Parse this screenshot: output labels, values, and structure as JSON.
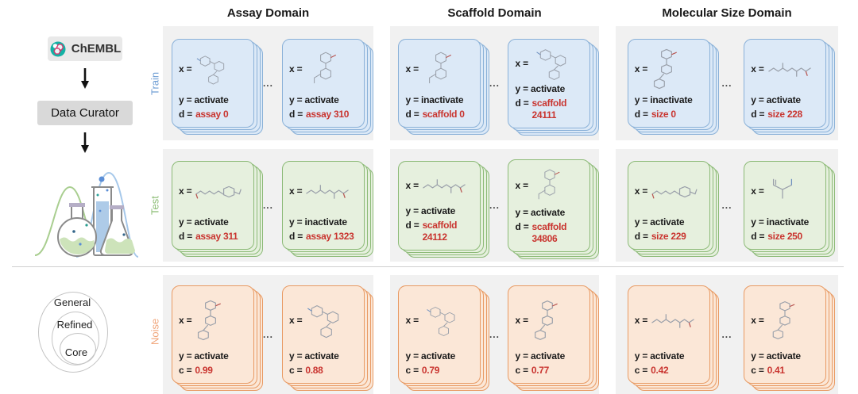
{
  "sidebar": {
    "chembl_label": "ChEMBL",
    "curator_label": "Data Curator",
    "venn_labels": {
      "outer": "General",
      "middle": "Refined",
      "inner": "Core"
    }
  },
  "rows": [
    {
      "id": "train",
      "label": "Train",
      "color": "#6f9ed4"
    },
    {
      "id": "test",
      "label": "Test",
      "color": "#8abc72"
    },
    {
      "id": "noise",
      "label": "Noise",
      "color": "#f0a478"
    }
  ],
  "ellipsis": "...",
  "columns": [
    {
      "header": "Assay Domain",
      "cells": {
        "train": {
          "cards": [
            {
              "x_label": "x =",
              "y_text": "y = activate",
              "key_label": "d =",
              "value": "assay 0"
            },
            {
              "x_label": "x =",
              "y_text": "y = activate",
              "key_label": "d =",
              "value": "assay 310"
            }
          ]
        },
        "test": {
          "cards": [
            {
              "x_label": "x =",
              "y_text": "y = activate",
              "key_label": "d =",
              "value": "assay 311"
            },
            {
              "x_label": "x =",
              "y_text": "y = inactivate",
              "key_label": "d =",
              "value": "assay 1323"
            }
          ]
        },
        "noise": {
          "cards": [
            {
              "x_label": "x =",
              "y_text": "y = activate",
              "key_label": "c =",
              "value": "0.99"
            },
            {
              "x_label": "x =",
              "y_text": "y = activate",
              "key_label": "c =",
              "value": "0.88"
            }
          ]
        }
      }
    },
    {
      "header": "Scaffold Domain",
      "cells": {
        "train": {
          "cards": [
            {
              "x_label": "x =",
              "y_text": "y = inactivate",
              "key_label": "d =",
              "value": "scaffold 0"
            },
            {
              "x_label": "x =",
              "y_text": "y = activate",
              "key_label": "d =",
              "value": "scaffold 24111"
            }
          ]
        },
        "test": {
          "cards": [
            {
              "x_label": "x =",
              "y_text": "y = activate",
              "key_label": "d =",
              "value": "scaffold 24112"
            },
            {
              "x_label": "x =",
              "y_text": "y = activate",
              "key_label": "d =",
              "value": "scaffold 34806"
            }
          ]
        },
        "noise": {
          "cards": [
            {
              "x_label": "x =",
              "y_text": "y = activate",
              "key_label": "c =",
              "value": "0.79"
            },
            {
              "x_label": "x =",
              "y_text": "y = activate",
              "key_label": "c =",
              "value": "0.77"
            }
          ]
        }
      }
    },
    {
      "header": "Molecular Size Domain",
      "cells": {
        "train": {
          "cards": [
            {
              "x_label": "x =",
              "y_text": "y = inactivate",
              "key_label": "d =",
              "value": "size 0"
            },
            {
              "x_label": "x =",
              "y_text": "y = activate",
              "key_label": "d =",
              "value": "size 228"
            }
          ]
        },
        "test": {
          "cards": [
            {
              "x_label": "x =",
              "y_text": "y = activate",
              "key_label": "d =",
              "value": "size 229"
            },
            {
              "x_label": "x =",
              "y_text": "y = inactivate",
              "key_label": "d =",
              "value": "size 250"
            }
          ]
        },
        "noise": {
          "cards": [
            {
              "x_label": "x =",
              "y_text": "y = activate",
              "key_label": "c =",
              "value": "0.42"
            },
            {
              "x_label": "x =",
              "y_text": "y = activate",
              "key_label": "c =",
              "value": "0.41"
            }
          ]
        }
      }
    }
  ],
  "icons": {
    "chembl_logo": "teal-circle-with-pink-hexagons",
    "down_arrow": "↓",
    "flask_illustration": "three-lab-flasks-with-distributions",
    "molecule": "gray-line-structure"
  },
  "colors": {
    "panel_bg": "#f1f1f1",
    "train_card_fill": "#dce9f7",
    "train_card_border": "#8ab1d8",
    "test_card_fill": "#e6f0de",
    "test_card_border": "#8cba77",
    "noise_card_fill": "#fbe7d7",
    "noise_card_border": "#e89a63",
    "value_red": "#c9342f",
    "chembl_teal": "#14b1a5",
    "chembl_pink": "#d6336c"
  }
}
